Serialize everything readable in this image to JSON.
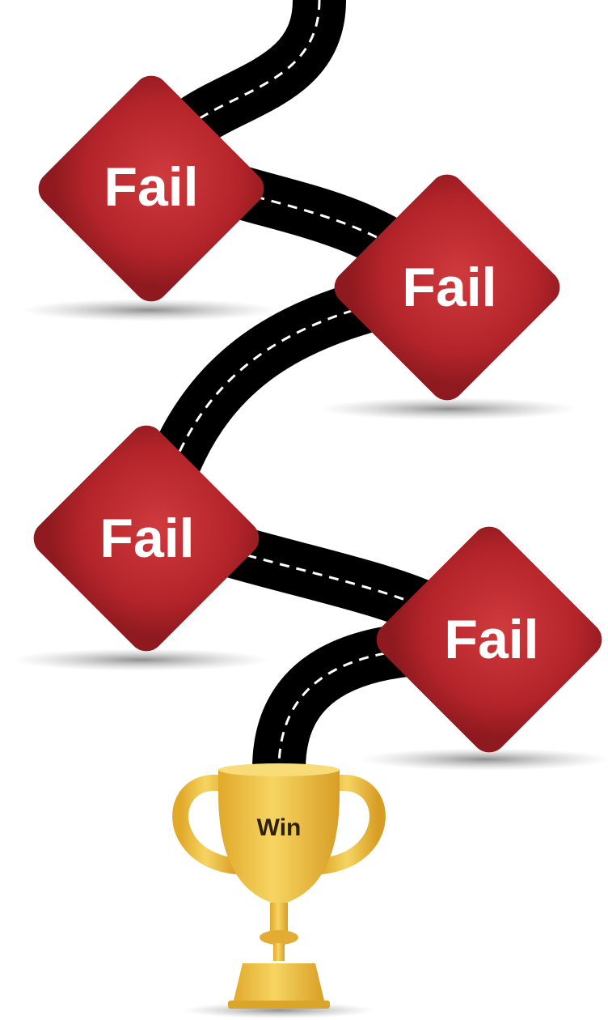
{
  "steps": [
    {
      "label": "Fail"
    },
    {
      "label": "Fail"
    },
    {
      "label": "Fail"
    },
    {
      "label": "Fail"
    }
  ],
  "goal": {
    "label": "Win"
  },
  "colors": {
    "sign_fill": "#b8252b",
    "sign_dark": "#8e1a1f",
    "road": "#000000",
    "road_line": "#ffffff",
    "trophy_gold": "#f2c64a",
    "trophy_shade": "#d9a52a",
    "shadow": "#9a9a9a"
  }
}
